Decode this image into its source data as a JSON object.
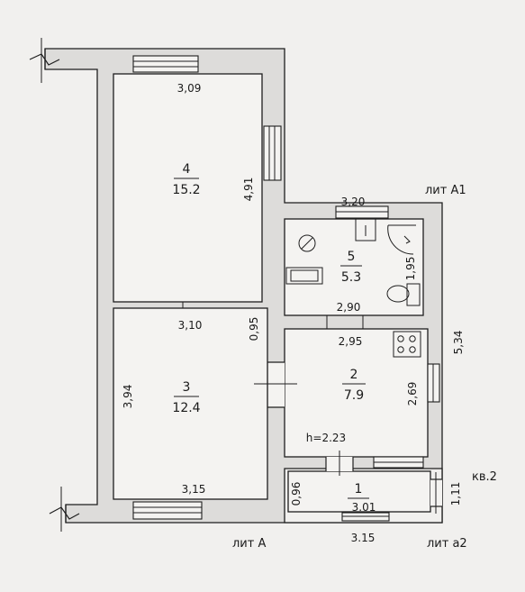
{
  "rooms": [
    {
      "number": "4",
      "area": "15.2"
    },
    {
      "number": "3",
      "area": "12.4"
    },
    {
      "number": "5",
      "area": "5.3"
    },
    {
      "number": "2",
      "area": "7.9"
    },
    {
      "number": "1",
      "area": ""
    }
  ],
  "dimensions": {
    "r4_top": "3,09",
    "r4_right": "4,91",
    "r5_top": "3,20",
    "r3_top": "3,10",
    "door_095": "0,95",
    "r5_right": "1,95",
    "r5_bottom": "2,90",
    "r2_top": "2,95",
    "outer_right": "5,34",
    "r3_left": "3,94",
    "r2_right": "2,69",
    "height": "h=2.23",
    "r3_bottom": "3,15",
    "r1_left": "0,96",
    "r1_bottom": "3.01",
    "r1_right": "1,11",
    "outer_bottom": "3.15"
  },
  "labels": {
    "lit_a1": "лит А1",
    "lit_a": "лит А",
    "lit_a2": "лит а2",
    "apartment": "кв.2"
  }
}
